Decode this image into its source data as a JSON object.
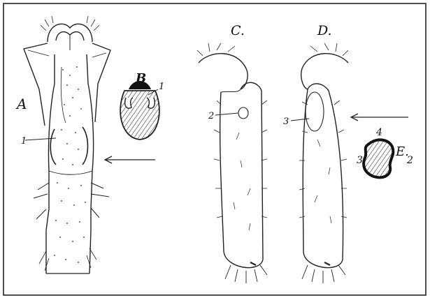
{
  "figure": {
    "panels": [
      {
        "id": "A",
        "label": "A"
      },
      {
        "id": "B",
        "label": "B"
      },
      {
        "id": "C",
        "label": "C."
      },
      {
        "id": "D",
        "label": "D."
      },
      {
        "id": "E",
        "label": "E."
      }
    ],
    "callouts": {
      "a_1": "1",
      "b_1": "1",
      "c_2": "2",
      "d_3": "3",
      "e_4": "4",
      "e_3": "3",
      "e_2": "2"
    }
  }
}
